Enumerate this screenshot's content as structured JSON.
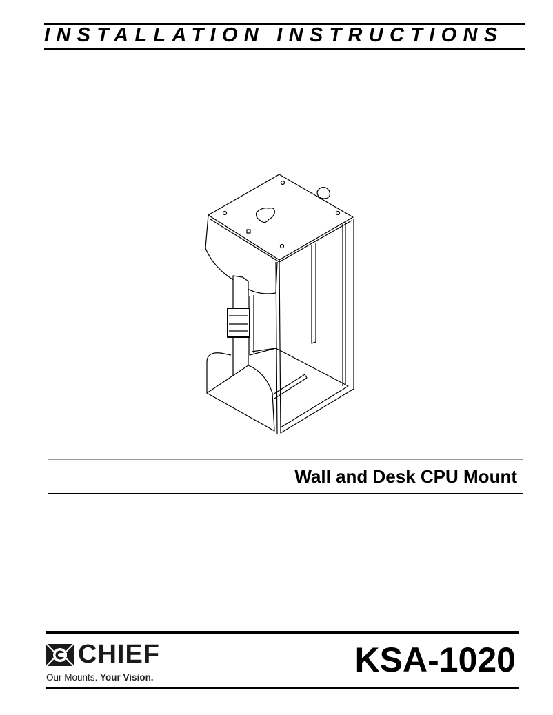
{
  "header": {
    "title": "INSTALLATION INSTRUCTIONS"
  },
  "product": {
    "title": "Wall and Desk CPU Mount",
    "model": "KSA-1020"
  },
  "brand": {
    "logo_text": "CHIEF",
    "tagline_regular": "Our Mounts.",
    "tagline_bold": "Your Vision."
  }
}
